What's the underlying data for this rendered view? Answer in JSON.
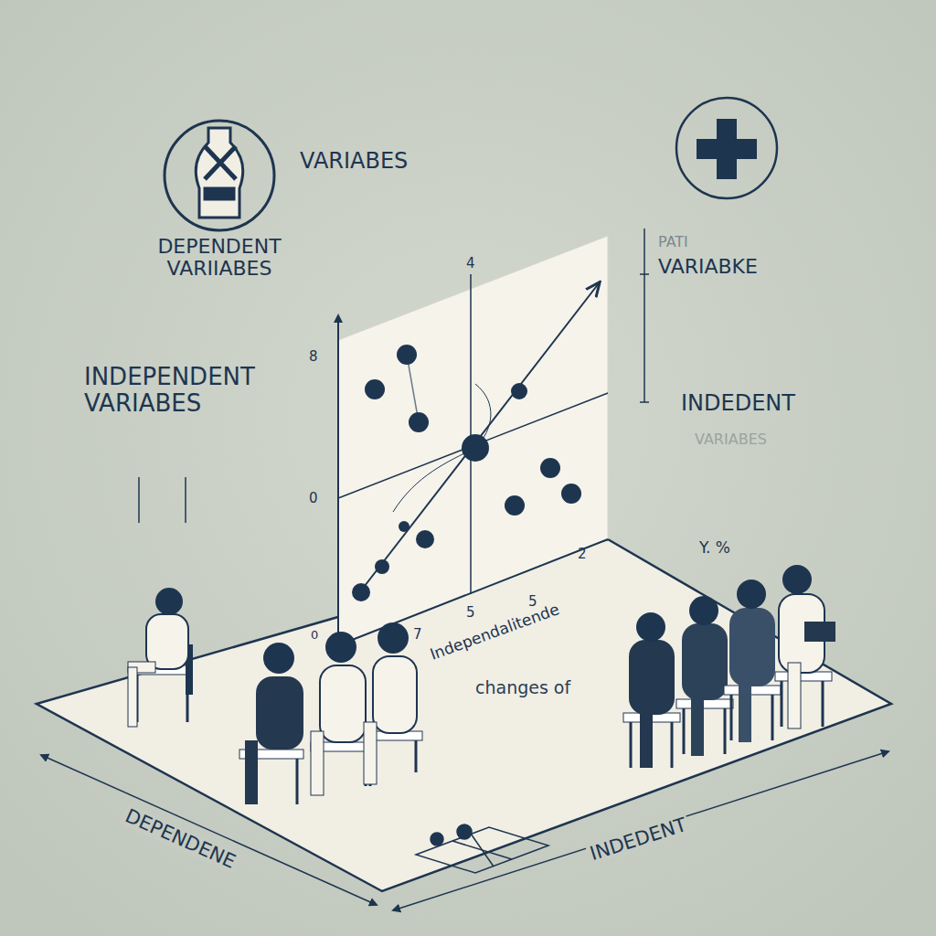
{
  "diagram": {
    "labels": [
      "VARIABES",
      "DEPENDENT VARIIABES",
      "PATI",
      "VARIABKE",
      "INDEPENDENT VARIABES",
      "INDEDENT",
      "VARIABES",
      "8",
      "4",
      "0",
      "0",
      "7",
      "5",
      "5",
      "2",
      "Independalitende",
      "changes of",
      "Y. %",
      "DEPENDENE",
      "INDEDENT"
    ]
  }
}
